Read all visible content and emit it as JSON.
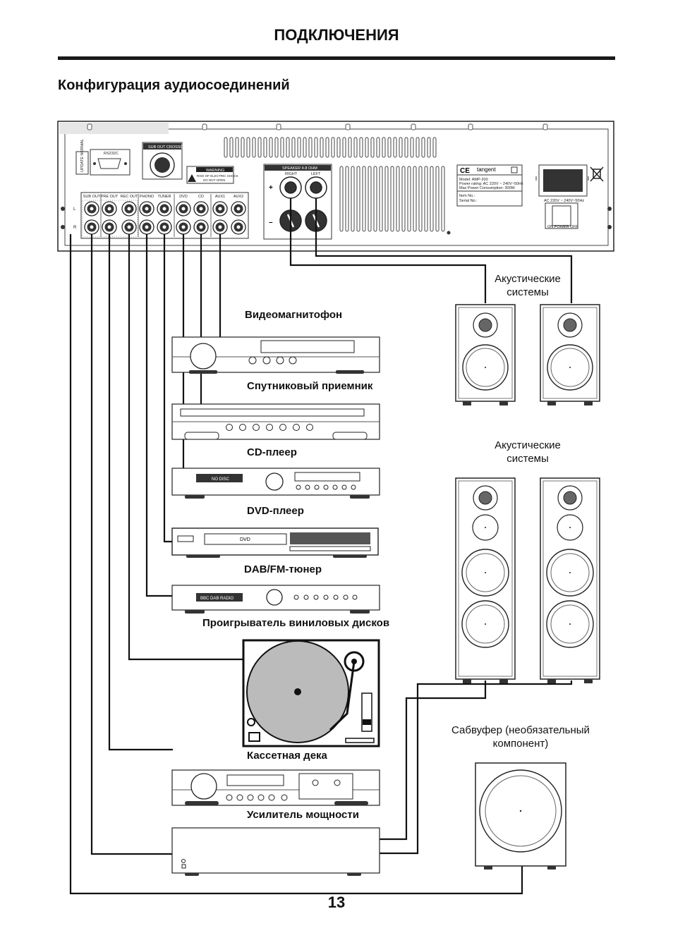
{
  "header": {
    "title": "ПОДКЛЮЧЕНИЯ"
  },
  "section": {
    "title": "Конфигурация аудиосоединений"
  },
  "rear_panel": {
    "rs232": "RS232C",
    "update_normal": "UPDATE NORMAL",
    "subwoofer_crossover": "SUB OUT CROSSOVER",
    "warning_title": "WARNING",
    "warning_text_1": "RISK OF ELECTRIC SHOCK",
    "warning_text_2": "DO NOT OPEN",
    "inputs": [
      "SUB OUT",
      "PRE OUT",
      "REC OUT",
      "PHONO",
      "TUNER",
      "DVD",
      "CD",
      "AUX1",
      "AUX2"
    ],
    "speaker_title": "SPEAKER 4-8 OHM",
    "speaker_right": "RIGHT",
    "speaker_left": "LEFT",
    "brand": "tangent",
    "model_line": "Model: AMP-200",
    "power_rating_line": "Power rating: AC 220V ~ 240V~50Hz",
    "max_power_line": "Max Power Consumption: 300W",
    "item_no": "Item No.:",
    "serial_no": "Serial No.:",
    "ac_label": "AC 220V ~ 240V~50Hz",
    "power_switch": "ON  POWER  OFF"
  },
  "devices": {
    "vcr": "Видеомагнитофон",
    "satellite": "Спутниковый приемник",
    "cd": "CD-плеер",
    "dvd": "DVD-плеер",
    "dab": "DAB/FM-тюнер",
    "turntable": "Проигрыватель виниловых дисков",
    "cassette": "Кассетная дека",
    "power_amp": "Усилитель мощности"
  },
  "device_displays": {
    "cd": "NO DISC",
    "dvd": "DVD",
    "dab": "BBC DAB RADIO"
  },
  "speakers": {
    "front": "Акустические системы",
    "rear": "Акустические системы",
    "subwoofer": "Сабвуфер (необязательный компонент)"
  },
  "page_number": "13"
}
